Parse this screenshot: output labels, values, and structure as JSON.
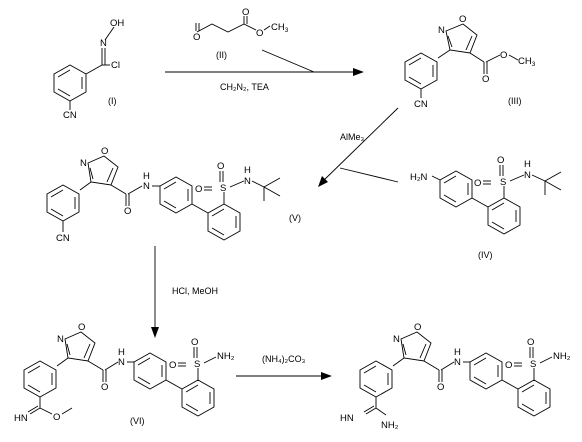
{
  "compounds": {
    "I": {
      "label": "(I)",
      "atoms": {
        "oh": "OH",
        "n": "N",
        "cl": "Cl",
        "cn": "CN"
      }
    },
    "II": {
      "label": "(II)",
      "atoms": {
        "o1": "O",
        "o2": "O",
        "o3": "O"
      }
    },
    "III": {
      "label": "(III)",
      "atoms": {
        "on": "O",
        "n": "N",
        "o1": "O",
        "o2": "O",
        "cn": "CN"
      }
    },
    "IV": {
      "label": "(IV)",
      "atoms": {
        "h2n": "H₂N",
        "o1": "O",
        "o2": "O",
        "s": "S",
        "nh": "N",
        "h": "H"
      }
    },
    "V": {
      "label": "(V)",
      "atoms": {
        "on": "O",
        "n": "N",
        "o": "O",
        "nh": "N",
        "h": "H",
        "o1": "O",
        "o2": "O",
        "s": "S",
        "nh2": "N",
        "h2": "H",
        "cn": "CN"
      }
    },
    "VI": {
      "label": "(VI)",
      "atoms": {
        "on": "O",
        "n": "N",
        "o": "O",
        "nh": "N",
        "h": "H",
        "o1": "O",
        "o2": "O",
        "s": "S",
        "nh2": "NH₂",
        "hn": "HN",
        "ome": "O"
      }
    },
    "VII": {
      "label": "",
      "atoms": {
        "on": "O",
        "n": "N",
        "o": "O",
        "nh": "N",
        "h": "H",
        "o1": "O",
        "o2": "O",
        "s": "S",
        "nh2": "NH₂",
        "hn": "HN",
        "nh2b": "NH₂"
      }
    }
  },
  "conditions": {
    "step1": "CH₂N₂, TEA",
    "step2": "AlMe₃",
    "step3": "HCl, MeOH",
    "step4": "(NH₄)₂CO₃"
  }
}
